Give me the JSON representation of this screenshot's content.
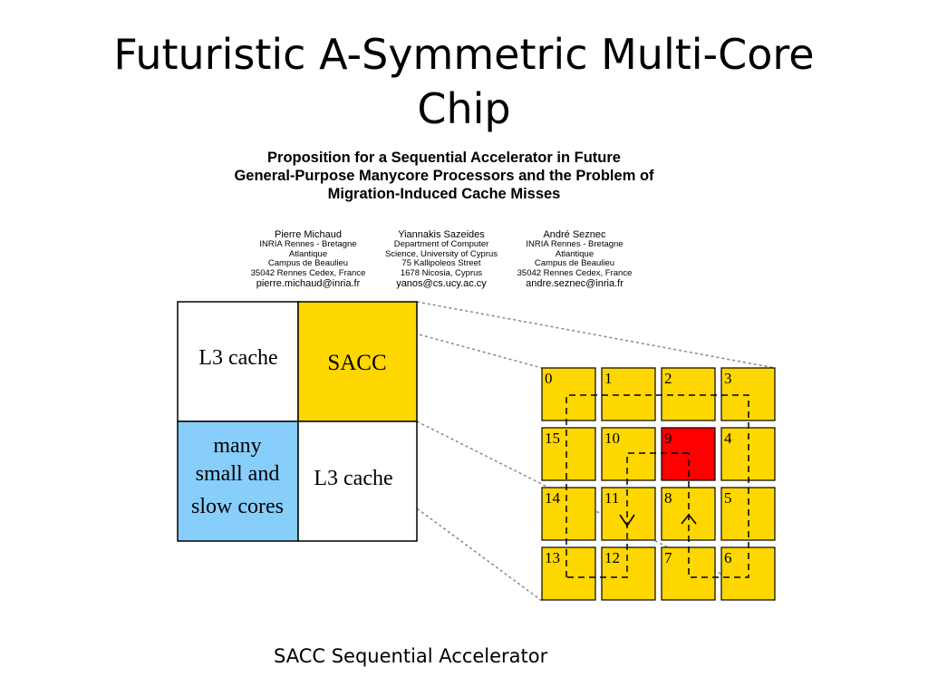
{
  "slide": {
    "title_line1": "Futuristic A-Symmetric  Multi-Core",
    "title_line2": "Chip",
    "caption": "SACC Sequential Accelerator"
  },
  "paper": {
    "title_lines": [
      "Proposition for a Sequential Accelerator in Future",
      "General-Purpose Manycore Processors and the Problem of",
      "Migration-Induced Cache Misses"
    ],
    "authors": [
      {
        "name": "Pierre Michaud",
        "lines": [
          "INRIA Rennes - Bretagne",
          "Atlantique",
          "Campus de Beaulieu",
          "35042 Rennes Cedex, France"
        ],
        "email": "pierre.michaud@inria.fr"
      },
      {
        "name": "Yiannakis Sazeides",
        "lines": [
          "Department of Computer",
          "Science, University of Cyprus",
          "75 Kallipoleos Street",
          "1678 Nicosia, Cyprus"
        ],
        "email": "yanos@cs.ucy.ac.cy"
      },
      {
        "name": "André Seznec",
        "lines": [
          "INRIA Rennes - Bretagne",
          "Atlantique",
          "Campus de Beaulieu",
          "35042 Rennes Cedex, France"
        ],
        "email": "andre.seznec@inria.fr"
      }
    ]
  },
  "chip": {
    "l3_top_label": "L3 cache",
    "sacc_label": "SACC",
    "cores_label_lines": [
      "many",
      "small and",
      "slow cores"
    ],
    "l3_bottom_label": "L3 cache"
  },
  "core_grid": {
    "rows": [
      [
        "0",
        "1",
        "2",
        "3"
      ],
      [
        "15",
        "10",
        "9",
        "4"
      ],
      [
        "14",
        "11",
        "8",
        "5"
      ],
      [
        "13",
        "12",
        "7",
        "6"
      ]
    ],
    "highlighted_core": "9"
  },
  "colors": {
    "sacc": "#ffd700",
    "cores_blue": "#87cefa",
    "core": "#ffd700",
    "highlight": "#ff0000"
  }
}
